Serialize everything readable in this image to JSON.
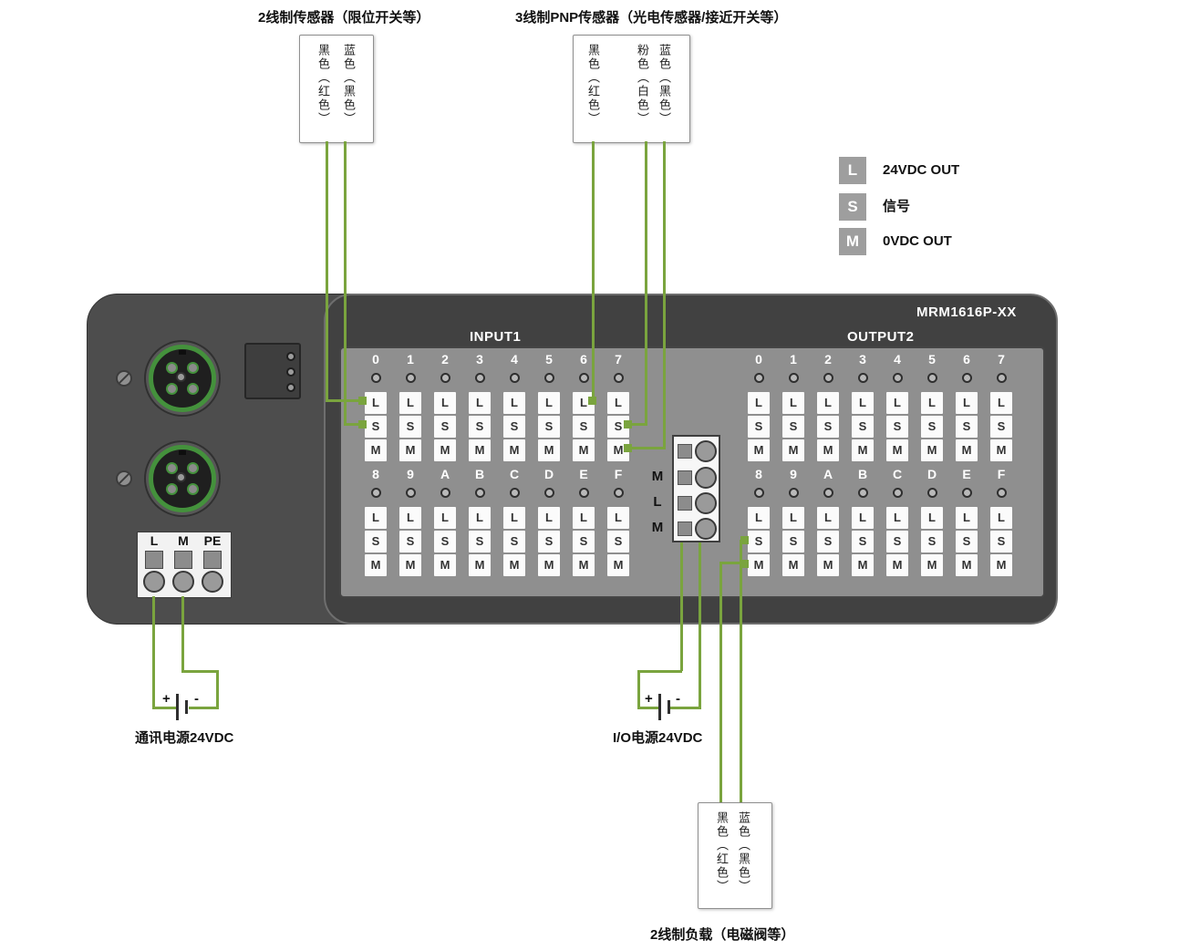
{
  "colors": {
    "wire_green": "#7aa43e",
    "connector_green": "#44913c",
    "body_gray": "#4d4d4d",
    "panel_gray": "#8f8f8f"
  },
  "top_labels": {
    "sensor2": "2线制传感器（限位开关等）",
    "sensor3": "3线制PNP传感器（光电传感器/接近开关等）"
  },
  "sensor2_box": {
    "wires": [
      "黑色（红色）",
      "蓝色（黑色）"
    ]
  },
  "sensor3_box": {
    "wires": [
      "黑色（红色）",
      "粉色（白色）",
      "蓝色（黑色）"
    ]
  },
  "legend": {
    "items": [
      {
        "key": "L",
        "label": "24VDC OUT"
      },
      {
        "key": "S",
        "label": "信号"
      },
      {
        "key": "M",
        "label": "0VDC OUT"
      }
    ]
  },
  "device": {
    "model": "MRM1616P-XX",
    "input_title": "INPUT1",
    "output_title": "OUTPUT2",
    "row1_channels": [
      "0",
      "1",
      "2",
      "3",
      "4",
      "5",
      "6",
      "7"
    ],
    "row2_channels": [
      "8",
      "9",
      "A",
      "B",
      "C",
      "D",
      "E",
      "F"
    ],
    "terminal_letters": [
      "L",
      "S",
      "M"
    ],
    "power_terminal_labels": [
      "L",
      "M",
      "PE"
    ],
    "mid_terminal_labels": [
      "M",
      "L",
      "M"
    ]
  },
  "power": {
    "comm_label": "通讯电源24VDC",
    "io_label": "I/O电源24VDC",
    "plus": "+",
    "minus": "-"
  },
  "load_box": {
    "title": "2线制负载（电磁阀等）",
    "wires": [
      "黑色（红色）",
      "蓝色（黑色）"
    ]
  }
}
